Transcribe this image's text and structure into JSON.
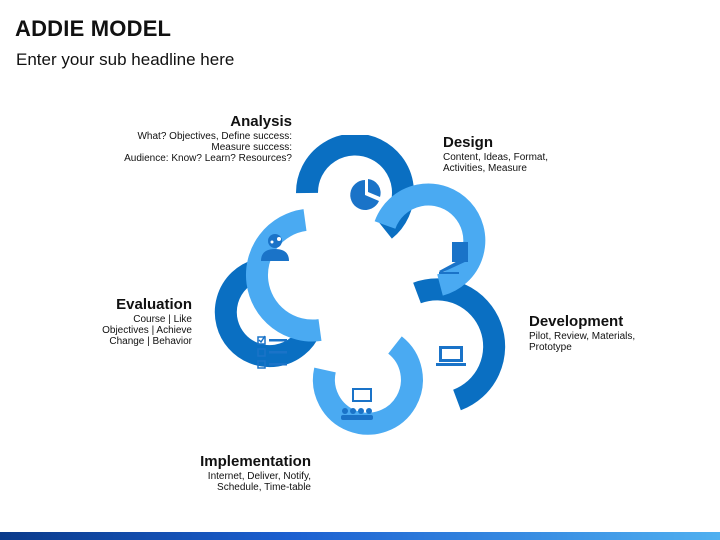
{
  "header": {
    "title": "ADDIE MODEL",
    "subtitle": "Enter your sub headline here"
  },
  "colors": {
    "dark_blue": "#0a6fc2",
    "light_blue": "#4aaaf2",
    "icon_blue": "#1a73c8"
  },
  "phases": {
    "analysis": {
      "title": "Analysis",
      "lines": [
        "What? Objectives, Define success:",
        "Measure success:",
        "Audience: Know? Learn? Resources?"
      ],
      "icon": "pie-chart-icon"
    },
    "design": {
      "title": "Design",
      "lines": [
        "Content, Ideas, Format,",
        "Activities, Measure"
      ],
      "icon": "drafting-icon"
    },
    "development": {
      "title": "Development",
      "lines": [
        "Pilot, Review, Materials,",
        "Prototype"
      ],
      "icon": "laptop-icon"
    },
    "implementation": {
      "title": "Implementation",
      "lines": [
        "Internet, Deliver, Notify,",
        "Schedule, Time-table"
      ],
      "icon": "presentation-audience-icon"
    },
    "evaluation": {
      "title": "Evaluation",
      "lines": [
        "Course | Like",
        "Objectives | Achieve",
        "Change | Behavior"
      ],
      "icon": "checklist-icon"
    },
    "center_icon": "person-gears-icon"
  }
}
